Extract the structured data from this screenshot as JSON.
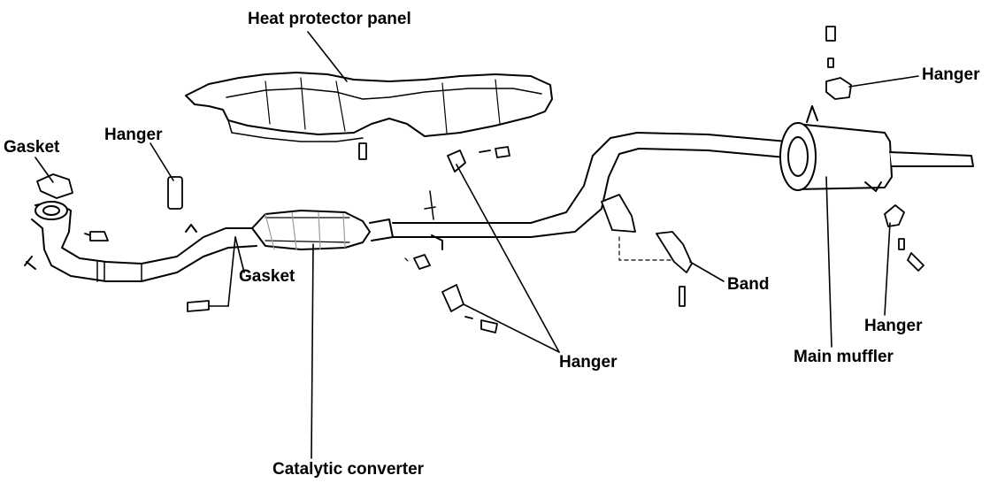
{
  "labels": {
    "heat_protector_panel": "Heat protector panel",
    "hanger_top_right": "Hanger",
    "gasket_left": "Gasket",
    "hanger_left": "Hanger",
    "gasket_mid": "Gasket",
    "band": "Band",
    "hanger_right": "Hanger",
    "main_muffler": "Main muffler",
    "hanger_bottom": "Hanger",
    "catalytic_converter": "Catalytic converter"
  },
  "colors": {
    "ink": "#000000",
    "paper": "#ffffff",
    "shade": "#9a9a9a"
  }
}
